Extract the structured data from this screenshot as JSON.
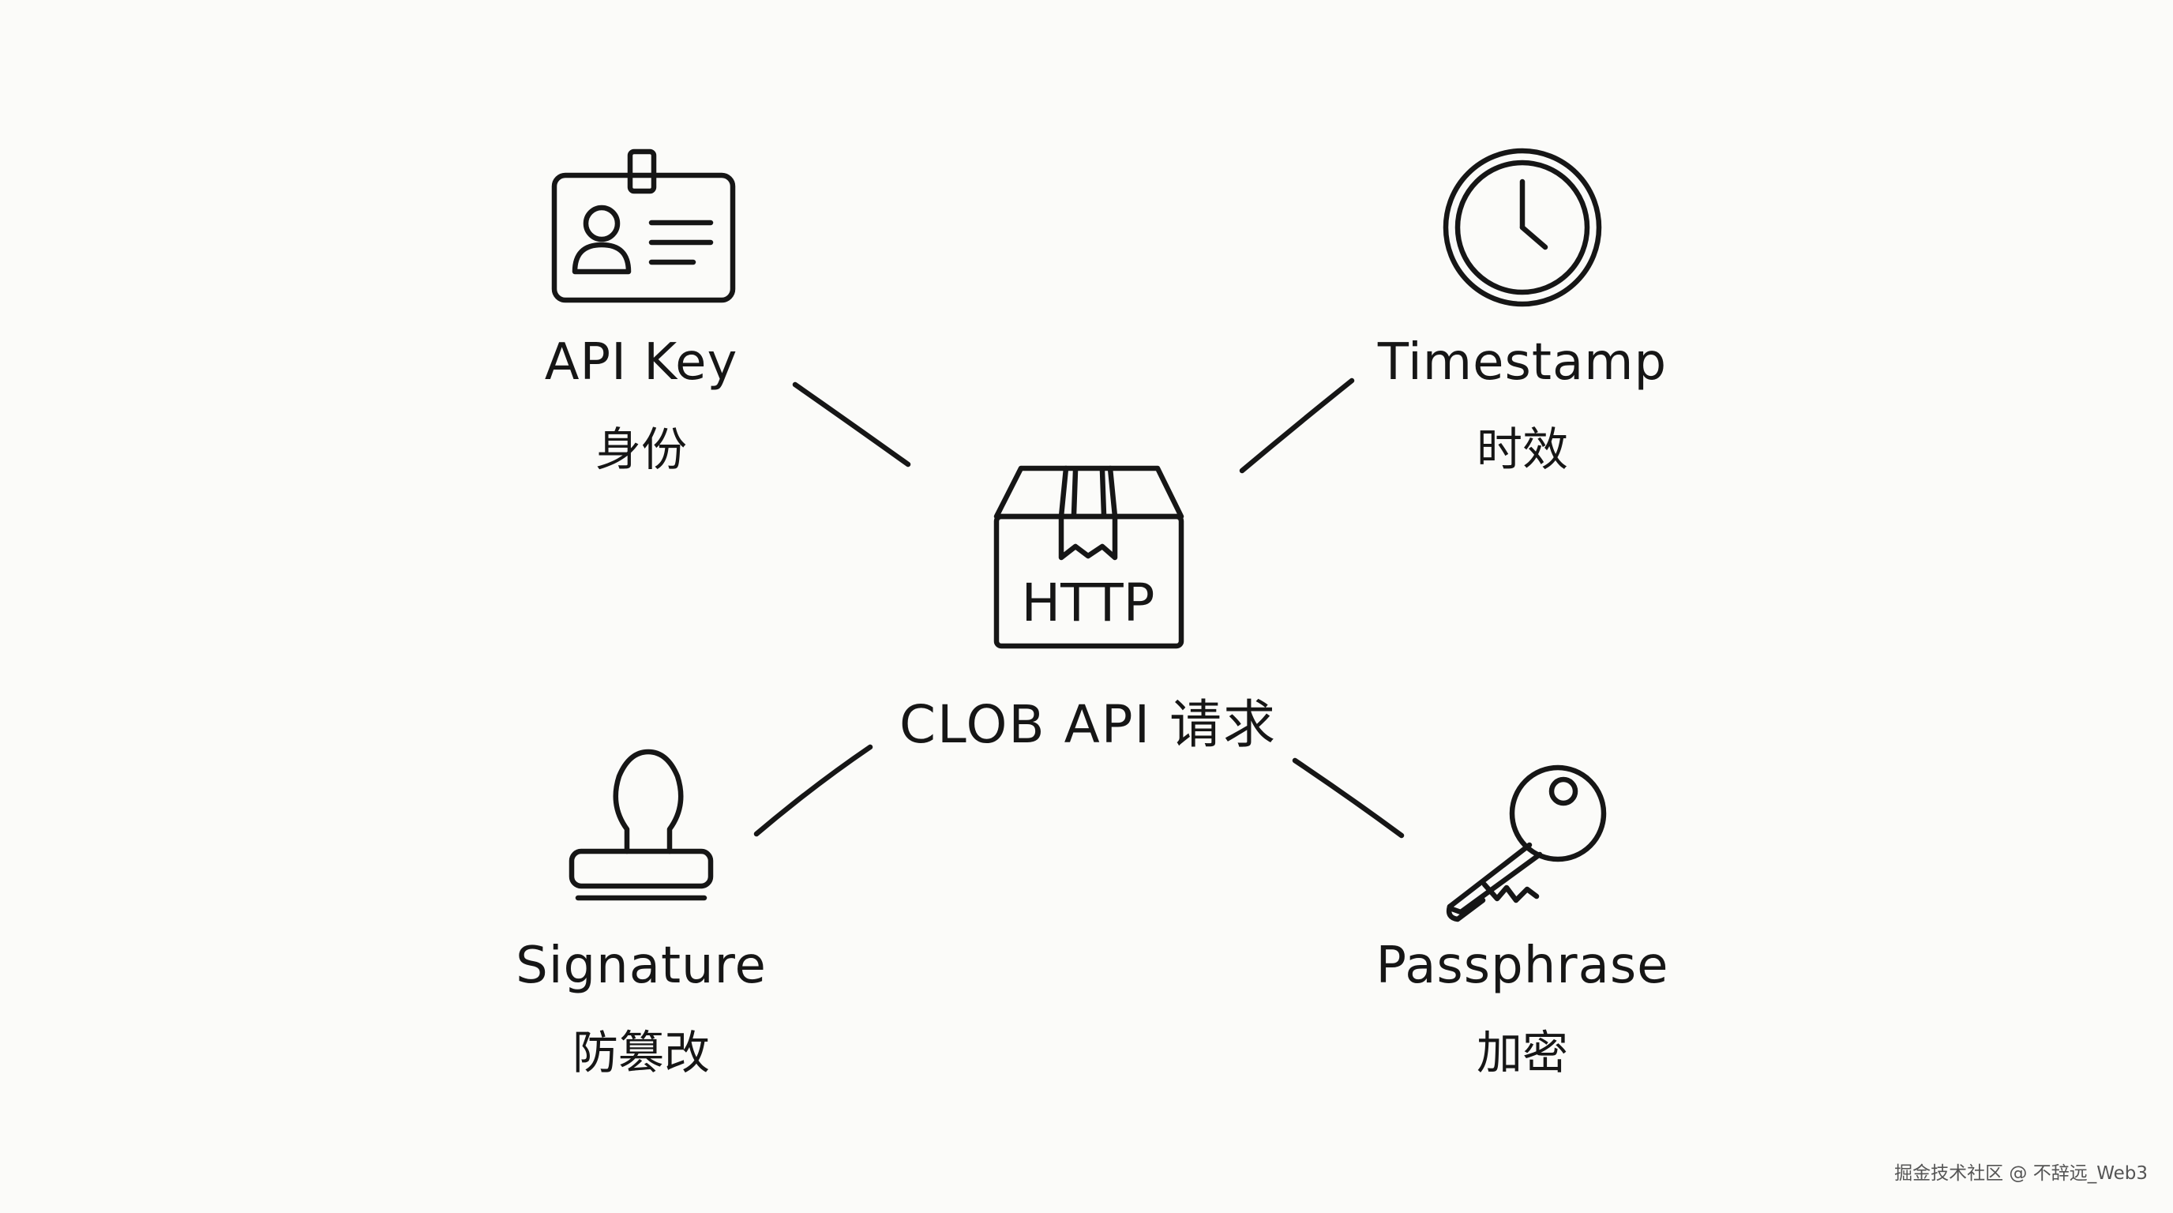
{
  "center": {
    "box_text": "HTTP",
    "title": "CLOB API 请求"
  },
  "nodes": [
    {
      "id": "api-key",
      "title": "API Key",
      "subtitle": "身份",
      "icon": "id-badge-icon"
    },
    {
      "id": "timestamp",
      "title": "Timestamp",
      "subtitle": "时效",
      "icon": "clock-icon"
    },
    {
      "id": "signature",
      "title": "Signature",
      "subtitle": "防篡改",
      "icon": "stamp-icon"
    },
    {
      "id": "passphrase",
      "title": "Passphrase",
      "subtitle": "加密",
      "icon": "key-icon"
    }
  ],
  "watermark": "掘金技术社区 @ 不辞远_Web3",
  "colors": {
    "ink": "#161616",
    "background": "#fbfbf9"
  }
}
